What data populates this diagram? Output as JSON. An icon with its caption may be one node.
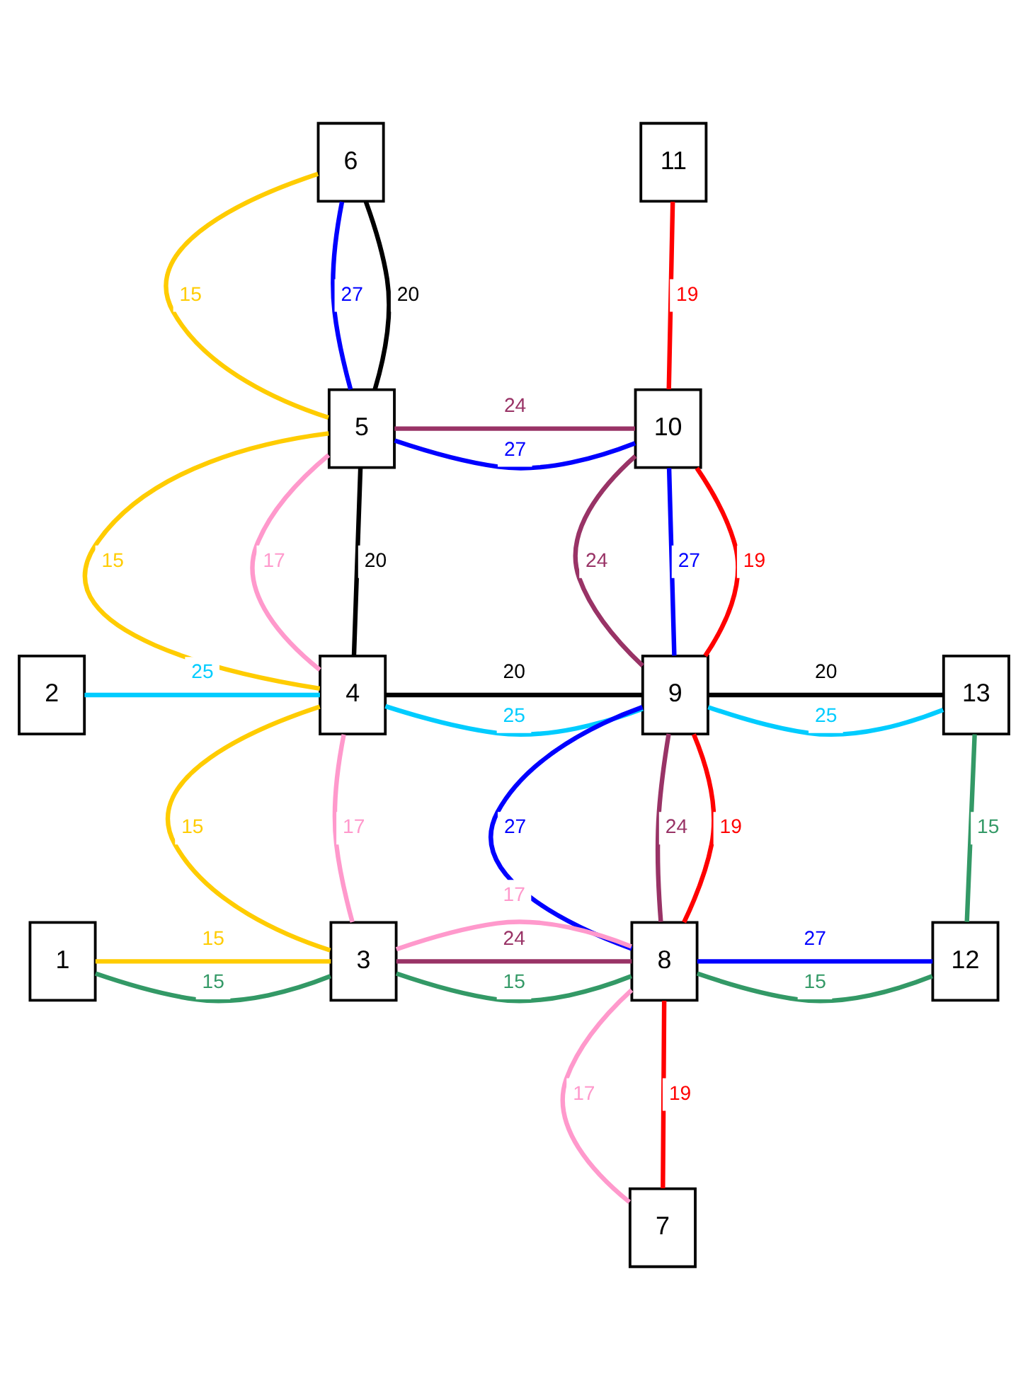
{
  "diagram": {
    "nodes": [
      {
        "text": [
          "6"
        ]
      },
      {
        "text": [
          "11"
        ]
      },
      {
        "text": [
          "5"
        ]
      },
      {
        "text": [
          "10"
        ]
      },
      {
        "text": [
          "2"
        ]
      },
      {
        "text": [
          "4"
        ]
      },
      {
        "text": [
          "9"
        ]
      },
      {
        "text": [
          "13"
        ]
      },
      {
        "text": [
          "1"
        ]
      },
      {
        "text": [
          "3"
        ]
      },
      {
        "text": [
          "8"
        ]
      },
      {
        "text": [
          "12"
        ]
      },
      {
        "text": [
          "7"
        ]
      }
    ],
    "edges": [
      {
        "from": 0,
        "to": 2,
        "arrow": "none",
        "label": "15",
        "color": "#ffcc00"
      },
      {
        "from": 0,
        "to": 2,
        "arrow": "none",
        "label": "27",
        "color": "#0000ff"
      },
      {
        "from": 0,
        "to": 2,
        "arrow": "none",
        "label": "20",
        "color": "#000000"
      },
      {
        "from": 1,
        "to": 3,
        "arrow": "none",
        "label": "19",
        "color": "#ff0000"
      },
      {
        "from": 2,
        "to": 3,
        "arrow": "none",
        "label": "24",
        "color": "#993366"
      },
      {
        "from": 2,
        "to": 3,
        "arrow": "none",
        "label": "27",
        "color": "#0000ff"
      },
      {
        "from": 2,
        "to": 5,
        "arrow": "none",
        "label": "15",
        "color": "#ffcc00"
      },
      {
        "from": 2,
        "to": 5,
        "arrow": "none",
        "label": "17",
        "color": "#ff99cc"
      },
      {
        "from": 2,
        "to": 5,
        "arrow": "none",
        "label": "20",
        "color": "#000000"
      },
      {
        "from": 3,
        "to": 6,
        "arrow": "none",
        "label": "24",
        "color": "#993366"
      },
      {
        "from": 3,
        "to": 6,
        "arrow": "none",
        "label": "27",
        "color": "#0000ff"
      },
      {
        "from": 3,
        "to": 6,
        "arrow": "none",
        "label": "19",
        "color": "#ff0000"
      },
      {
        "from": 4,
        "to": 5,
        "arrow": "none",
        "label": "25",
        "color": "#00ccff"
      },
      {
        "from": 5,
        "to": 6,
        "arrow": "none",
        "label": "20",
        "color": "#000000"
      },
      {
        "from": 5,
        "to": 6,
        "arrow": "none",
        "label": "25",
        "color": "#00ccff"
      },
      {
        "from": 6,
        "to": 7,
        "arrow": "none",
        "label": "20",
        "color": "#000000"
      },
      {
        "from": 6,
        "to": 7,
        "arrow": "none",
        "label": "25",
        "color": "#00ccff"
      },
      {
        "from": 5,
        "to": 9,
        "arrow": "none",
        "label": "15",
        "color": "#ffcc00"
      },
      {
        "from": 5,
        "to": 9,
        "arrow": "none",
        "label": "17",
        "color": "#ff99cc"
      },
      {
        "from": 6,
        "to": 10,
        "arrow": "none",
        "label": "27",
        "color": "#0000ff"
      },
      {
        "from": 6,
        "to": 10,
        "arrow": "none",
        "label": "24",
        "color": "#993366"
      },
      {
        "from": 6,
        "to": 10,
        "arrow": "none",
        "label": "19",
        "color": "#ff0000"
      },
      {
        "from": 7,
        "to": 11,
        "arrow": "none",
        "label": "15",
        "color": "#339966"
      },
      {
        "from": 8,
        "to": 9,
        "arrow": "none",
        "label": "15",
        "color": "#ffcc00"
      },
      {
        "from": 8,
        "to": 9,
        "arrow": "none",
        "label": "15",
        "color": "#339966"
      },
      {
        "from": 9,
        "to": 10,
        "arrow": "none",
        "label": "24",
        "color": "#993366"
      },
      {
        "from": 9,
        "to": 10,
        "arrow": "none",
        "label": "15",
        "color": "#339966"
      },
      {
        "from": 9,
        "to": 10,
        "arrow": "none",
        "label": "17",
        "color": "#ff99cc"
      },
      {
        "from": 10,
        "to": 11,
        "arrow": "none",
        "label": "27",
        "color": "#0000ff"
      },
      {
        "from": 10,
        "to": 11,
        "arrow": "none",
        "label": "15",
        "color": "#339966"
      },
      {
        "from": 10,
        "to": 12,
        "arrow": "none",
        "label": "17",
        "color": "#ff99cc"
      },
      {
        "from": 10,
        "to": 12,
        "arrow": "none",
        "label": "19",
        "color": "#ff0000"
      }
    ]
  }
}
